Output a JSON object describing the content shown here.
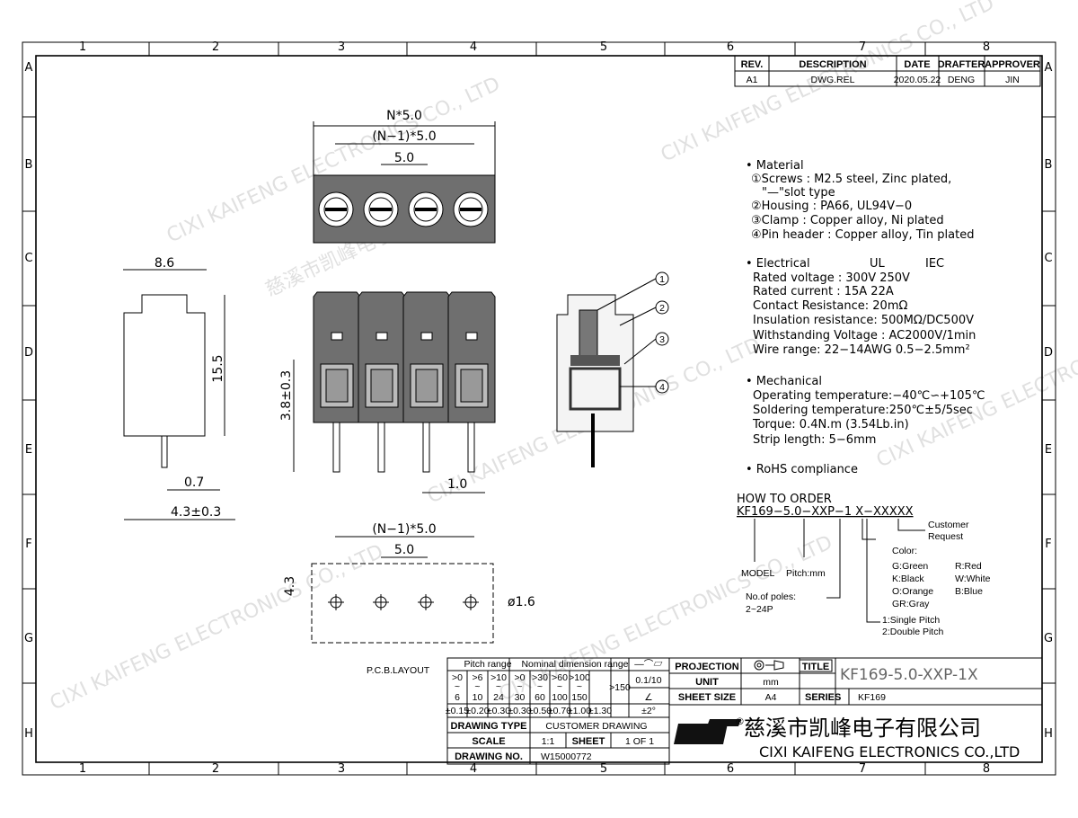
{
  "frame": {
    "columns": [
      "1",
      "2",
      "3",
      "4",
      "5",
      "6",
      "7",
      "8"
    ],
    "rows": [
      "A",
      "B",
      "C",
      "D",
      "E",
      "F",
      "G",
      "H"
    ]
  },
  "revision_table": {
    "headers": [
      "REV.",
      "DESCRIPTION",
      "DATE",
      "DRAFTER",
      "APPROVER"
    ],
    "row": [
      "A1",
      "DWG.REL",
      "2020.05.22",
      "DENG",
      "JIN"
    ]
  },
  "dimensions": {
    "top_n": "N*5.0",
    "top_n1": "(N−1)*5.0",
    "top_pitch": "5.0",
    "side_width": "8.6",
    "side_height": "15.5",
    "pin_width": "0.7",
    "pin_offset": "4.3±0.3",
    "front_pin_len": "3.8±0.3",
    "pin_pitch": "1.0",
    "pcb_n1": "(N−1)*5.0",
    "pcb_pitch": "5.0",
    "pcb_height": "4.3",
    "hole_dia": "ø1.6",
    "pcb_label": "P.C.B.LAYOUT"
  },
  "callouts": [
    "1",
    "2",
    "3",
    "4"
  ],
  "specs": {
    "material": {
      "heading": "• Material",
      "lines": [
        "①Screws : M2.5 steel, Zinc plated,",
        "\"—\"slot type",
        "②Housing : PA66, UL94V−0",
        "③Clamp : Copper alloy, Ni plated",
        "④Pin header : Copper alloy, Tin plated"
      ]
    },
    "electrical": {
      "heading": "• Electrical",
      "col_ul": "UL",
      "col_iec": "IEC",
      "lines": [
        "Rated voltage : 300V      250V",
        "Rated current  : 15A        22A",
        "Contact Resistance: 20mΩ",
        "Insulation resistance: 500MΩ/DC500V",
        "Withstanding Voltage : AC2000V/1min",
        "Wire range: 22−14AWG   0.5−2.5mm²"
      ]
    },
    "mechanical": {
      "heading": "• Mechanical",
      "lines": [
        "Operating temperature:−40℃∽+105℃",
        "Soldering temperature:250℃±5/5sec",
        "Torque: 0.4N.m (3.54Lb.in)",
        "Strip length: 5−6mm"
      ]
    },
    "rohs": "• RoHS compliance"
  },
  "order": {
    "heading": "HOW TO ORDER",
    "code": "KF169−5.0−XXP−1 X−XXXXX",
    "customer": "Customer",
    "request": "Request",
    "color_label": "Color:",
    "colors": [
      "G:Green",
      "R:Red",
      "K:Black",
      "W:White",
      "O:Orange",
      "B:Blue",
      "GR:Gray"
    ],
    "model": "MODEL",
    "pitch": "Pitch:mm",
    "poles": "No.of poles:",
    "poles_range": "2~24P",
    "pitch_single": "1:Single Pitch",
    "pitch_double": "2:Double Pitch"
  },
  "tolerance_table": {
    "pitch_range": "Pitch range",
    "nominal_range": "Nominal dimension range",
    "symbols": "—⌒▱",
    "pitch_cols": [
      [
        ">0",
        "6"
      ],
      [
        ">6",
        "10"
      ],
      [
        ">10",
        "24"
      ]
    ],
    "nominal_cols": [
      [
        ">0",
        "30"
      ],
      [
        ">30",
        "60"
      ],
      [
        ">60",
        "100"
      ],
      [
        ">100",
        "150"
      ]
    ],
    "over150": ">150",
    "flatness": "0.1/10",
    "angle_symbol": "∠",
    "tolerances": [
      "±0.15",
      "±0.20",
      "±0.30",
      "±0.30",
      "±0.50",
      "±0.70",
      "±1.00",
      "±1.30",
      "±2°"
    ]
  },
  "title_block": {
    "drawing_type_label": "DRAWING TYPE",
    "drawing_type": "CUSTOMER DRAWING",
    "scale_label": "SCALE",
    "scale": "1:1",
    "sheet_label": "SHEET",
    "sheet": "1  OF  1",
    "drawing_no_label": "DRAWING NO.",
    "drawing_no": "W15000772",
    "projection_label": "PROJECTION",
    "unit_label": "UNIT",
    "unit": "mm",
    "sheet_size_label": "SHEET SIZE",
    "sheet_size": "A4",
    "title_label": "TITLE",
    "title": "KF169-5.0-XXP-1X",
    "series_label": "SERIES",
    "series": "KF169",
    "logo": "DFF",
    "company_cn": "慈溪市凯峰电子有限公司",
    "company_en": "CIXI KAIFENG ELECTRONICS CO.,LTD"
  },
  "watermark": {
    "cn": "慈溪市凯峰电子有限公司",
    "en": "CIXI KAIFENG ELECTRONICS CO., LTD"
  }
}
